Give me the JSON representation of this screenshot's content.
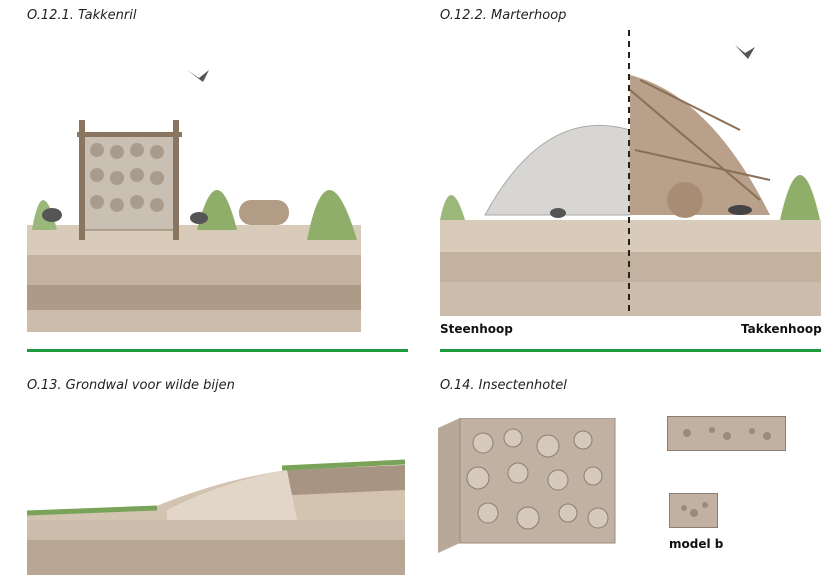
{
  "panels": [
    {
      "title": "O.12.1. Takkenril"
    },
    {
      "title": "O.12.2. Marterhoop",
      "labels": {
        "left": "Steenhoop",
        "right": "Takkenhoop"
      }
    },
    {
      "title": "O.13. Grondwal voor wilde bijen"
    },
    {
      "title": "O.14. Insectenhotel",
      "model_label": "model b"
    }
  ],
  "colors": {
    "accent_rule": "#1f9a3f",
    "soil_top": "#d9cbb9",
    "soil_mid": "#bfae9b",
    "soil_dark": "#a89482"
  }
}
